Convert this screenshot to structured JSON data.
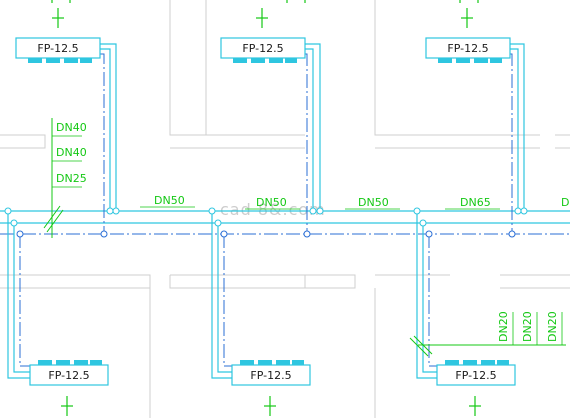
{
  "colors": {
    "pipe": "#2b6fd6",
    "pipe_alt": "#2ec6e0",
    "label": "#14c814",
    "wall": "#c8c8c8",
    "unit": "#2ec6e0"
  },
  "units": [
    {
      "id": "u1",
      "label": "FP-12.5"
    },
    {
      "id": "u2",
      "label": "FP-12.5"
    },
    {
      "id": "u3",
      "label": "FP-12.5"
    },
    {
      "id": "u4",
      "label": "FP-12.5"
    },
    {
      "id": "u5",
      "label": "FP-12.5"
    },
    {
      "id": "u6",
      "label": "FP-12.5"
    }
  ],
  "main_pipe_labels": [
    "DN50",
    "DN50",
    "DN50",
    "DN65",
    "DN"
  ],
  "riser_left": [
    "DN40",
    "DN40",
    "DN25"
  ],
  "riser_right": [
    "DN20",
    "DN20",
    "DN20"
  ],
  "watermark": "cad  8&.com",
  "diffuser_icon": "diffuser-icon"
}
